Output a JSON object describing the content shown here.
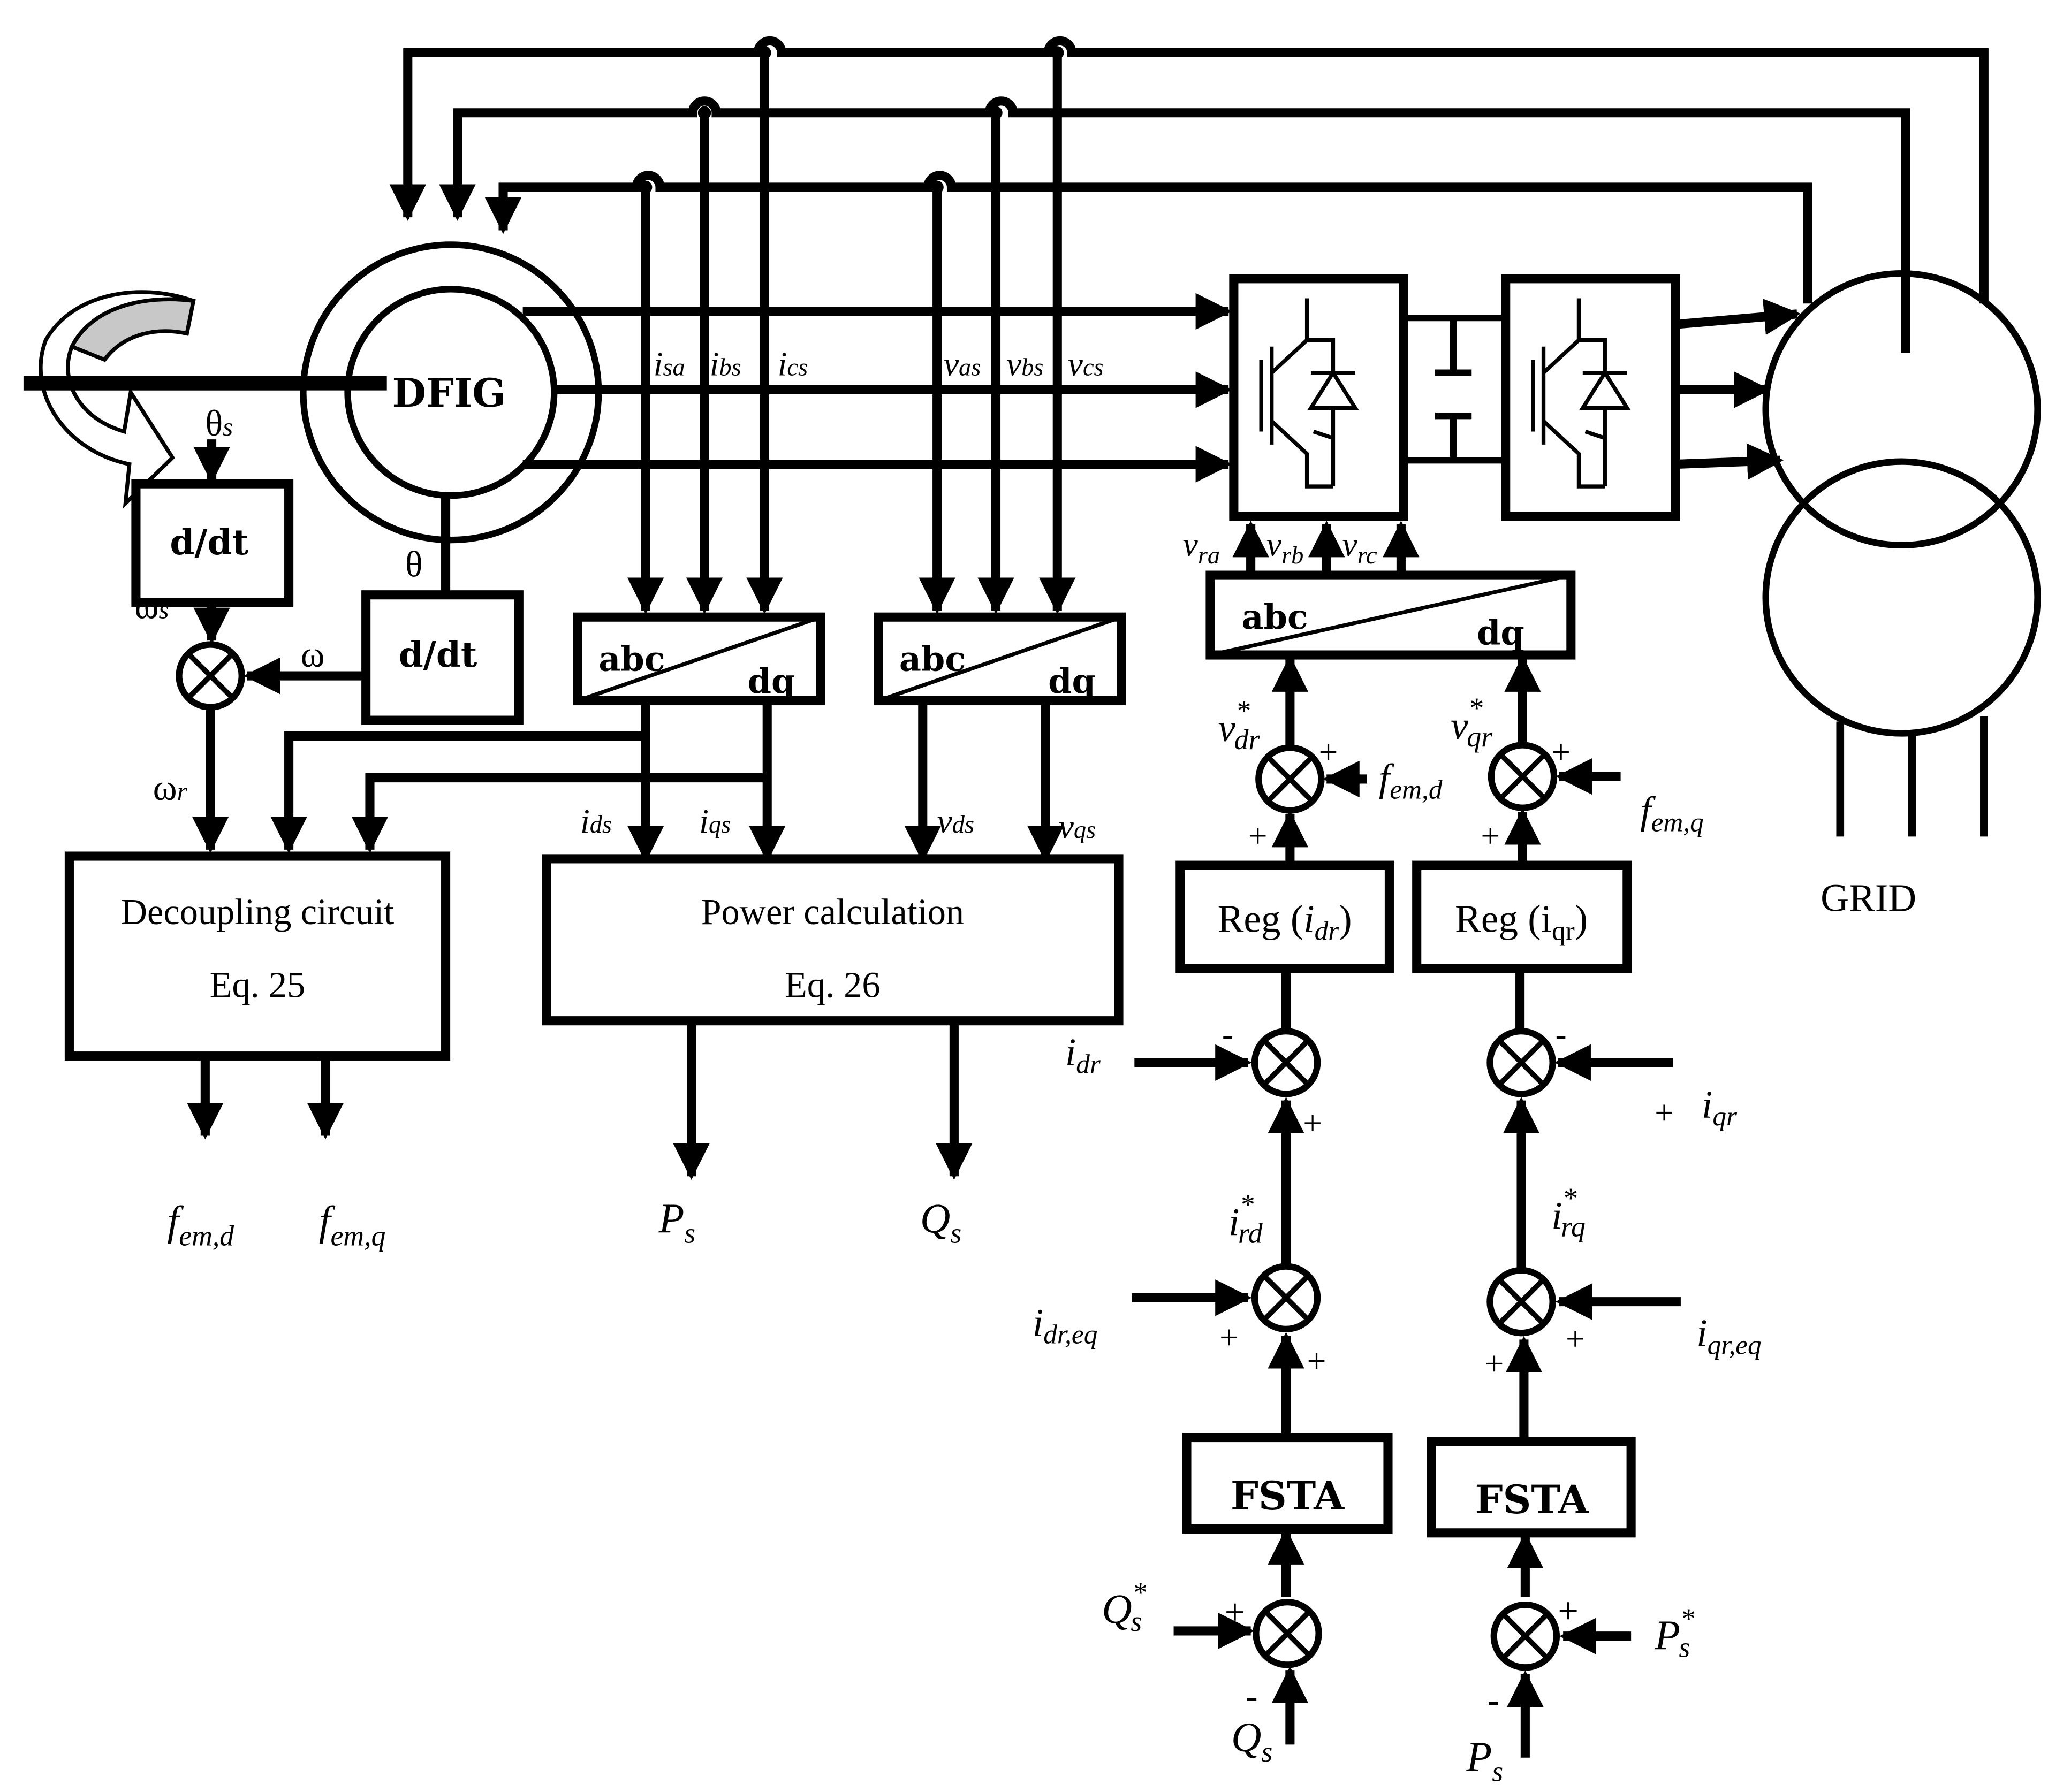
{
  "generator": {
    "label": "DFIG"
  },
  "grid": {
    "label": "GRID"
  },
  "blocks": {
    "ddt_theta_s": "d/dt",
    "ddt_theta": "d/dt",
    "abc_dq_current": {
      "from": "abc",
      "to": "dq"
    },
    "abc_dq_voltage": {
      "from": "abc",
      "to": "dq"
    },
    "abc_dq_rotor": {
      "from": "abc",
      "to": "dq"
    },
    "decoupling": {
      "title": "Decoupling circuit",
      "eq": "Eq. 25"
    },
    "power_calc": {
      "title": "Power calculation",
      "eq": "Eq. 26"
    },
    "reg_d": {
      "prefix": "Reg (",
      "var": "i",
      "sub": "dr",
      "suffix": ")"
    },
    "reg_q": {
      "text": "Reg (i",
      "sub": "qr",
      "suffix": ")"
    },
    "fsta_d": "FSTA",
    "fsta_q": "FSTA"
  },
  "symbols": {
    "theta": "θ",
    "theta_s": {
      "base": "θ",
      "sub": "s"
    },
    "omega": "ω",
    "omega_s": {
      "base": "ω",
      "sub": "s"
    },
    "omega_r": {
      "base": "ω",
      "sub": "r"
    }
  },
  "stator_signals": {
    "currents": [
      {
        "base": "i",
        "sub": "sa"
      },
      {
        "base": "i",
        "sub": "bs"
      },
      {
        "base": "i",
        "sub": "cs"
      }
    ],
    "voltages": [
      {
        "base": "v",
        "sub": "as"
      },
      {
        "base": "v",
        "sub": "bs"
      },
      {
        "base": "v",
        "sub": "cs"
      }
    ]
  },
  "dq_signals": {
    "i_ds": {
      "base": "i",
      "sub": "ds"
    },
    "i_qs": {
      "base": "i",
      "sub": "qs"
    },
    "v_ds": {
      "base": "v",
      "sub": "ds"
    },
    "v_qs": {
      "base": "v",
      "sub": "qs"
    }
  },
  "rotor_voltages": [
    {
      "base": "v",
      "sub": "ra"
    },
    {
      "base": "v",
      "sub": "rb"
    },
    {
      "base": "v",
      "sub": "rc"
    }
  ],
  "references": {
    "v_dr_star": {
      "base": "v",
      "sup": "*",
      "sub": "dr"
    },
    "v_qr_star": {
      "base": "v",
      "sup": "*",
      "sub": "qr"
    },
    "i_rd_star": {
      "base": "i",
      "sup": "*",
      "sub": "rd"
    },
    "i_rq_star": {
      "base": "i",
      "sup": "*",
      "sub": "rq"
    },
    "Q_s_star": {
      "base": "Q",
      "sup": "*",
      "sub": "s"
    },
    "P_s_star": {
      "base": "P",
      "sup": "*",
      "sub": "s"
    }
  },
  "inputs": {
    "f_em_d": {
      "base": "f",
      "sub": "em,d"
    },
    "f_em_q": {
      "base": "f",
      "sub": "em,q"
    },
    "i_dr": {
      "base": "i",
      "sub": "dr"
    },
    "i_qr": {
      "base": "i",
      "sub": "qr"
    },
    "i_dr_eq": {
      "base": "i",
      "sub": "dr,eq"
    },
    "i_qr_eq": {
      "base": "i",
      "sub": "qr,eq"
    },
    "Q_s": {
      "base": "Q",
      "sub": "s"
    },
    "P_s": {
      "base": "P",
      "sub": "s"
    }
  },
  "outputs": {
    "f_em_d": {
      "base": "f",
      "sub": "em,d"
    },
    "f_em_q": {
      "base": "f",
      "sub": "em,q"
    },
    "P_s": {
      "base": "P",
      "sub": "s"
    },
    "Q_s": {
      "base": "Q",
      "sub": "s"
    }
  },
  "signs": {
    "plus": "+",
    "minus": "-"
  }
}
